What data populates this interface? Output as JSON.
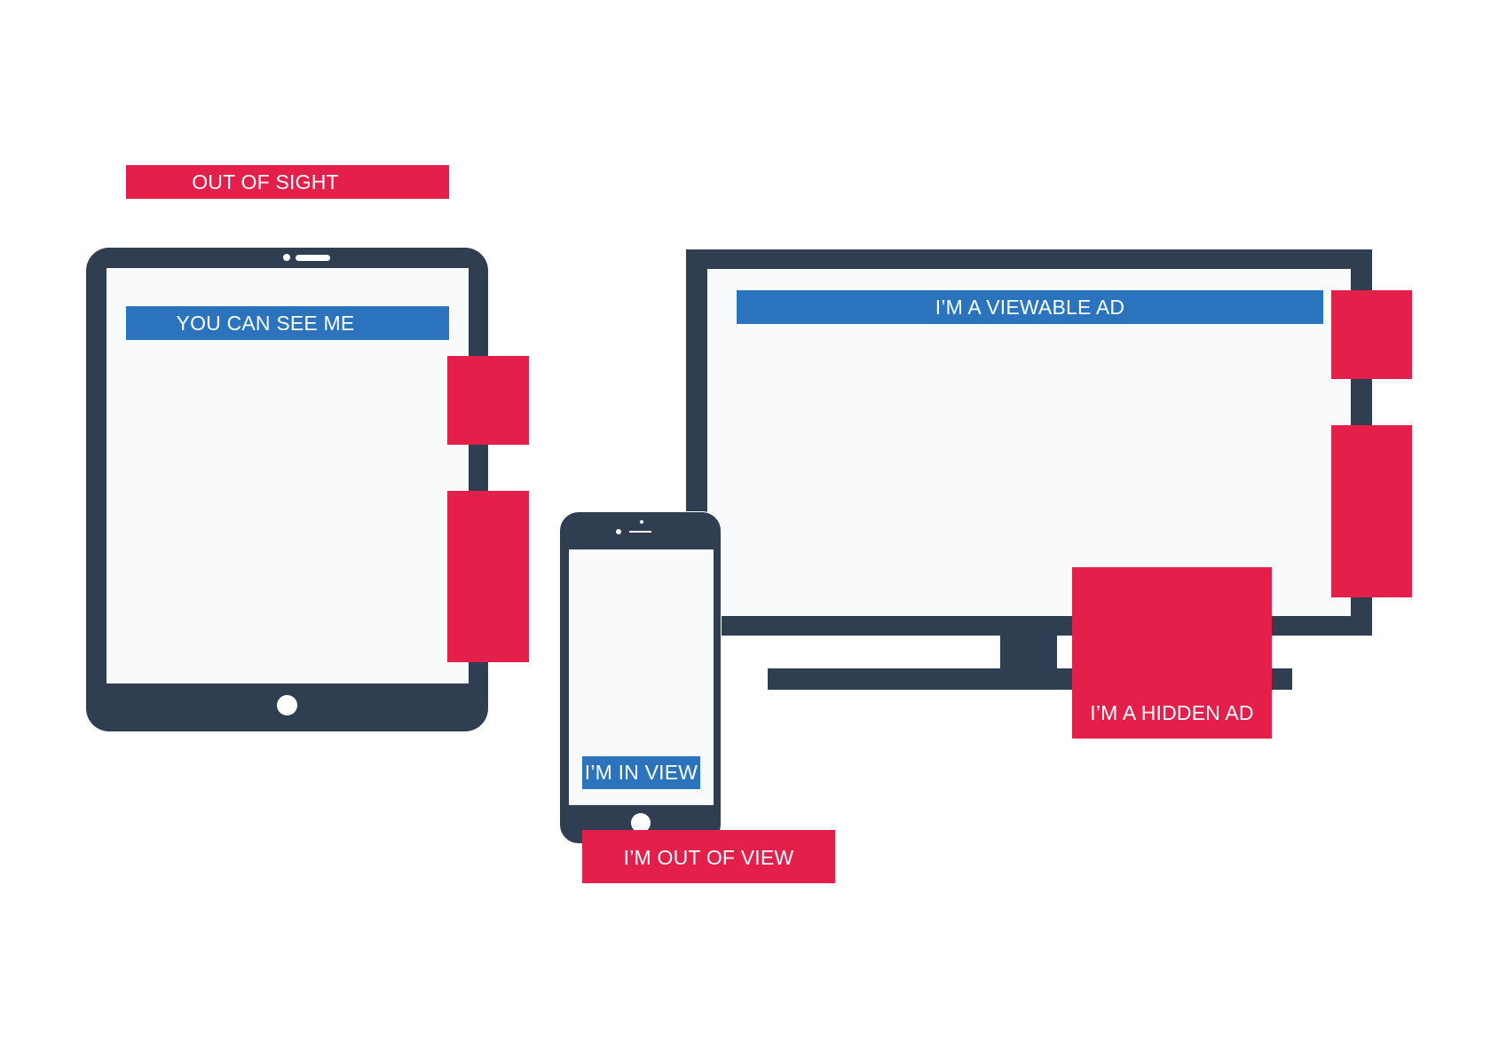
{
  "colors": {
    "frame": "#2f3e50",
    "screen": "#f9fafc",
    "red": "#e31f4a",
    "blue": "#2b74bd",
    "text": "#ffffff"
  },
  "labels": {
    "out_of_sight": "OUT OF SIGHT",
    "you_can_see_me": "YOU CAN SEE ME",
    "viewable_ad": "I’M A VIEWABLE AD",
    "hidden_ad": "I’M A HIDDEN AD",
    "in_view": "I’M IN VIEW",
    "out_of_view": "I’M OUT OF VIEW"
  },
  "devices": {
    "tablet": {
      "icon": "tablet-icon"
    },
    "monitor": {
      "icon": "desktop-monitor-icon"
    },
    "phone": {
      "icon": "smartphone-icon"
    }
  }
}
